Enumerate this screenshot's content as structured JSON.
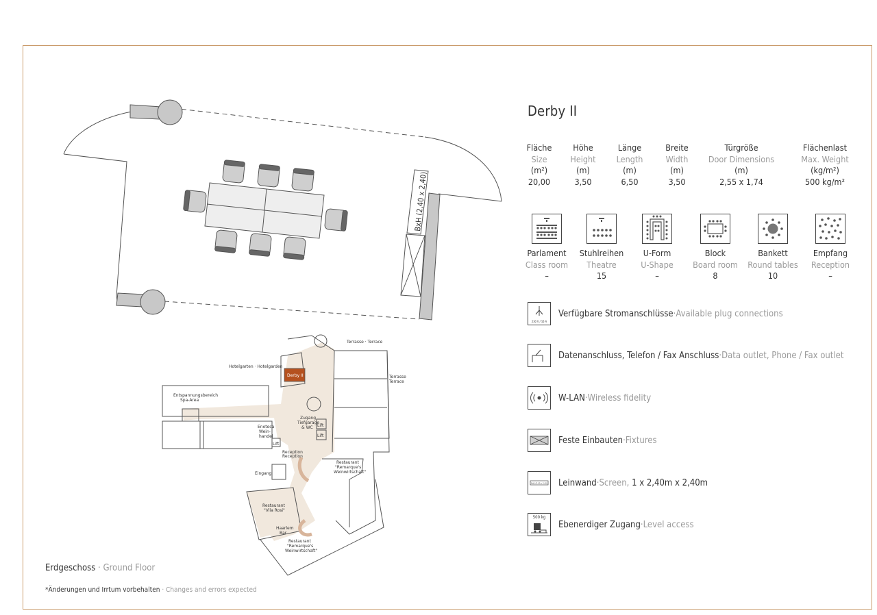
{
  "room": {
    "title": "Derby II",
    "screen_label": "BxH (2,40 x 2,40)"
  },
  "stats": [
    {
      "de": "Fläche",
      "en": "Size",
      "unit": "(m²)",
      "value": "20,00"
    },
    {
      "de": "Höhe",
      "en": "Height",
      "unit": "(m)",
      "value": "3,50"
    },
    {
      "de": "Länge",
      "en": "Length",
      "unit": "(m)",
      "value": "6,50"
    },
    {
      "de": "Breite",
      "en": "Width",
      "unit": "(m)",
      "value": "3,50"
    },
    {
      "de": "Türgröße",
      "en": "Door Dimensions",
      "unit": "(m)",
      "value": "2,55 x 1,74"
    },
    {
      "de": "Flächenlast",
      "en": "Max. Weight",
      "unit": "(kg/m²)",
      "value": "500 kg/m²"
    }
  ],
  "setups": [
    {
      "de": "Parlament",
      "en": "Class room",
      "value": "–",
      "icon": "classroom-icon"
    },
    {
      "de": "Stuhlreihen",
      "en": "Theatre",
      "value": "15",
      "icon": "theatre-icon"
    },
    {
      "de": "U-Form",
      "en": "U-Shape",
      "value": "–",
      "icon": "u-shape-icon"
    },
    {
      "de": "Block",
      "en": "Board room",
      "value": "8",
      "icon": "boardroom-icon"
    },
    {
      "de": "Bankett",
      "en": "Round tables",
      "value": "10",
      "icon": "round-tables-icon"
    },
    {
      "de": "Empfang",
      "en": "Reception",
      "value": "–",
      "icon": "reception-icon"
    }
  ],
  "features": [
    {
      "de": "Verfügbare Stromanschlüsse",
      "en": "Available plug connections",
      "icon": "power-outlet-icon",
      "icon_text": "230 V / 16 A"
    },
    {
      "de": "Datenanschluss, Telefon / Fax Anschluss",
      "en": "Data outlet, Phone / Fax outlet",
      "icon": "data-outlet-icon"
    },
    {
      "de": "W-LAN",
      "en": "Wireless fidelity",
      "icon": "wlan-icon"
    },
    {
      "de": "Feste Einbauten",
      "en": "Fixtures",
      "icon": "fixtures-icon"
    },
    {
      "de": "Leinwand",
      "en": "Screen,",
      "extra": "1 x 2,40m x 2,40m",
      "icon": "screen-icon",
      "icon_text": "BxH (2,40 x 2,40)"
    },
    {
      "de": "Ebenerdiger Zugang",
      "en": "Level access",
      "icon": "level-access-icon",
      "icon_text": "500 kg"
    }
  ],
  "separator": " · ",
  "site_plan": {
    "labels": {
      "terrace_top": "Terrasse · Terrace",
      "terrace_right_1": "Terrasse",
      "terrace_right_2": "Terrace",
      "hotelgarden": "Hotelgarten · Hotelgarden",
      "derby": "Derby II",
      "spa_1": "Entspannungsbereich",
      "spa_2": "Spa-Area",
      "garage_1": "Zugang",
      "garage_2": "Tiefgarage",
      "garage_3": "& WC",
      "lift_1": "Lift",
      "lift_2": "Lift",
      "lift_3": "Lift",
      "wine_1": "Enoteca",
      "wine_2": "Wein-",
      "wine_3": "handel",
      "reception_1": "Reception",
      "reception_2": "Reception",
      "entrance": "Eingang",
      "rest_remarque_1": "Restaurant",
      "rest_remarque_2": "\"Remarque's",
      "rest_remarque_3": "Weinwirtschaft\"",
      "vila_1": "Restaurant",
      "vila_2": "\"Vila Rosi\"",
      "haarlem_1": "Haarlem",
      "haarlem_2": "Bar",
      "rest2_1": "Restaurant",
      "rest2_2": "\"Remarque's",
      "rest2_3": "Weinwirtschaft\""
    }
  },
  "floor": {
    "de": "Erdgeschoss",
    "en": "Ground Floor"
  },
  "disclaimer": {
    "de": "*Änderungen und Irrtum vorbehalten",
    "en": "Changes and errors expected"
  },
  "colors": {
    "frame": "#c99a6a",
    "highlight": "#b5511f",
    "floorfill": "#f1e8dd",
    "wall": "#c8c8c8"
  }
}
